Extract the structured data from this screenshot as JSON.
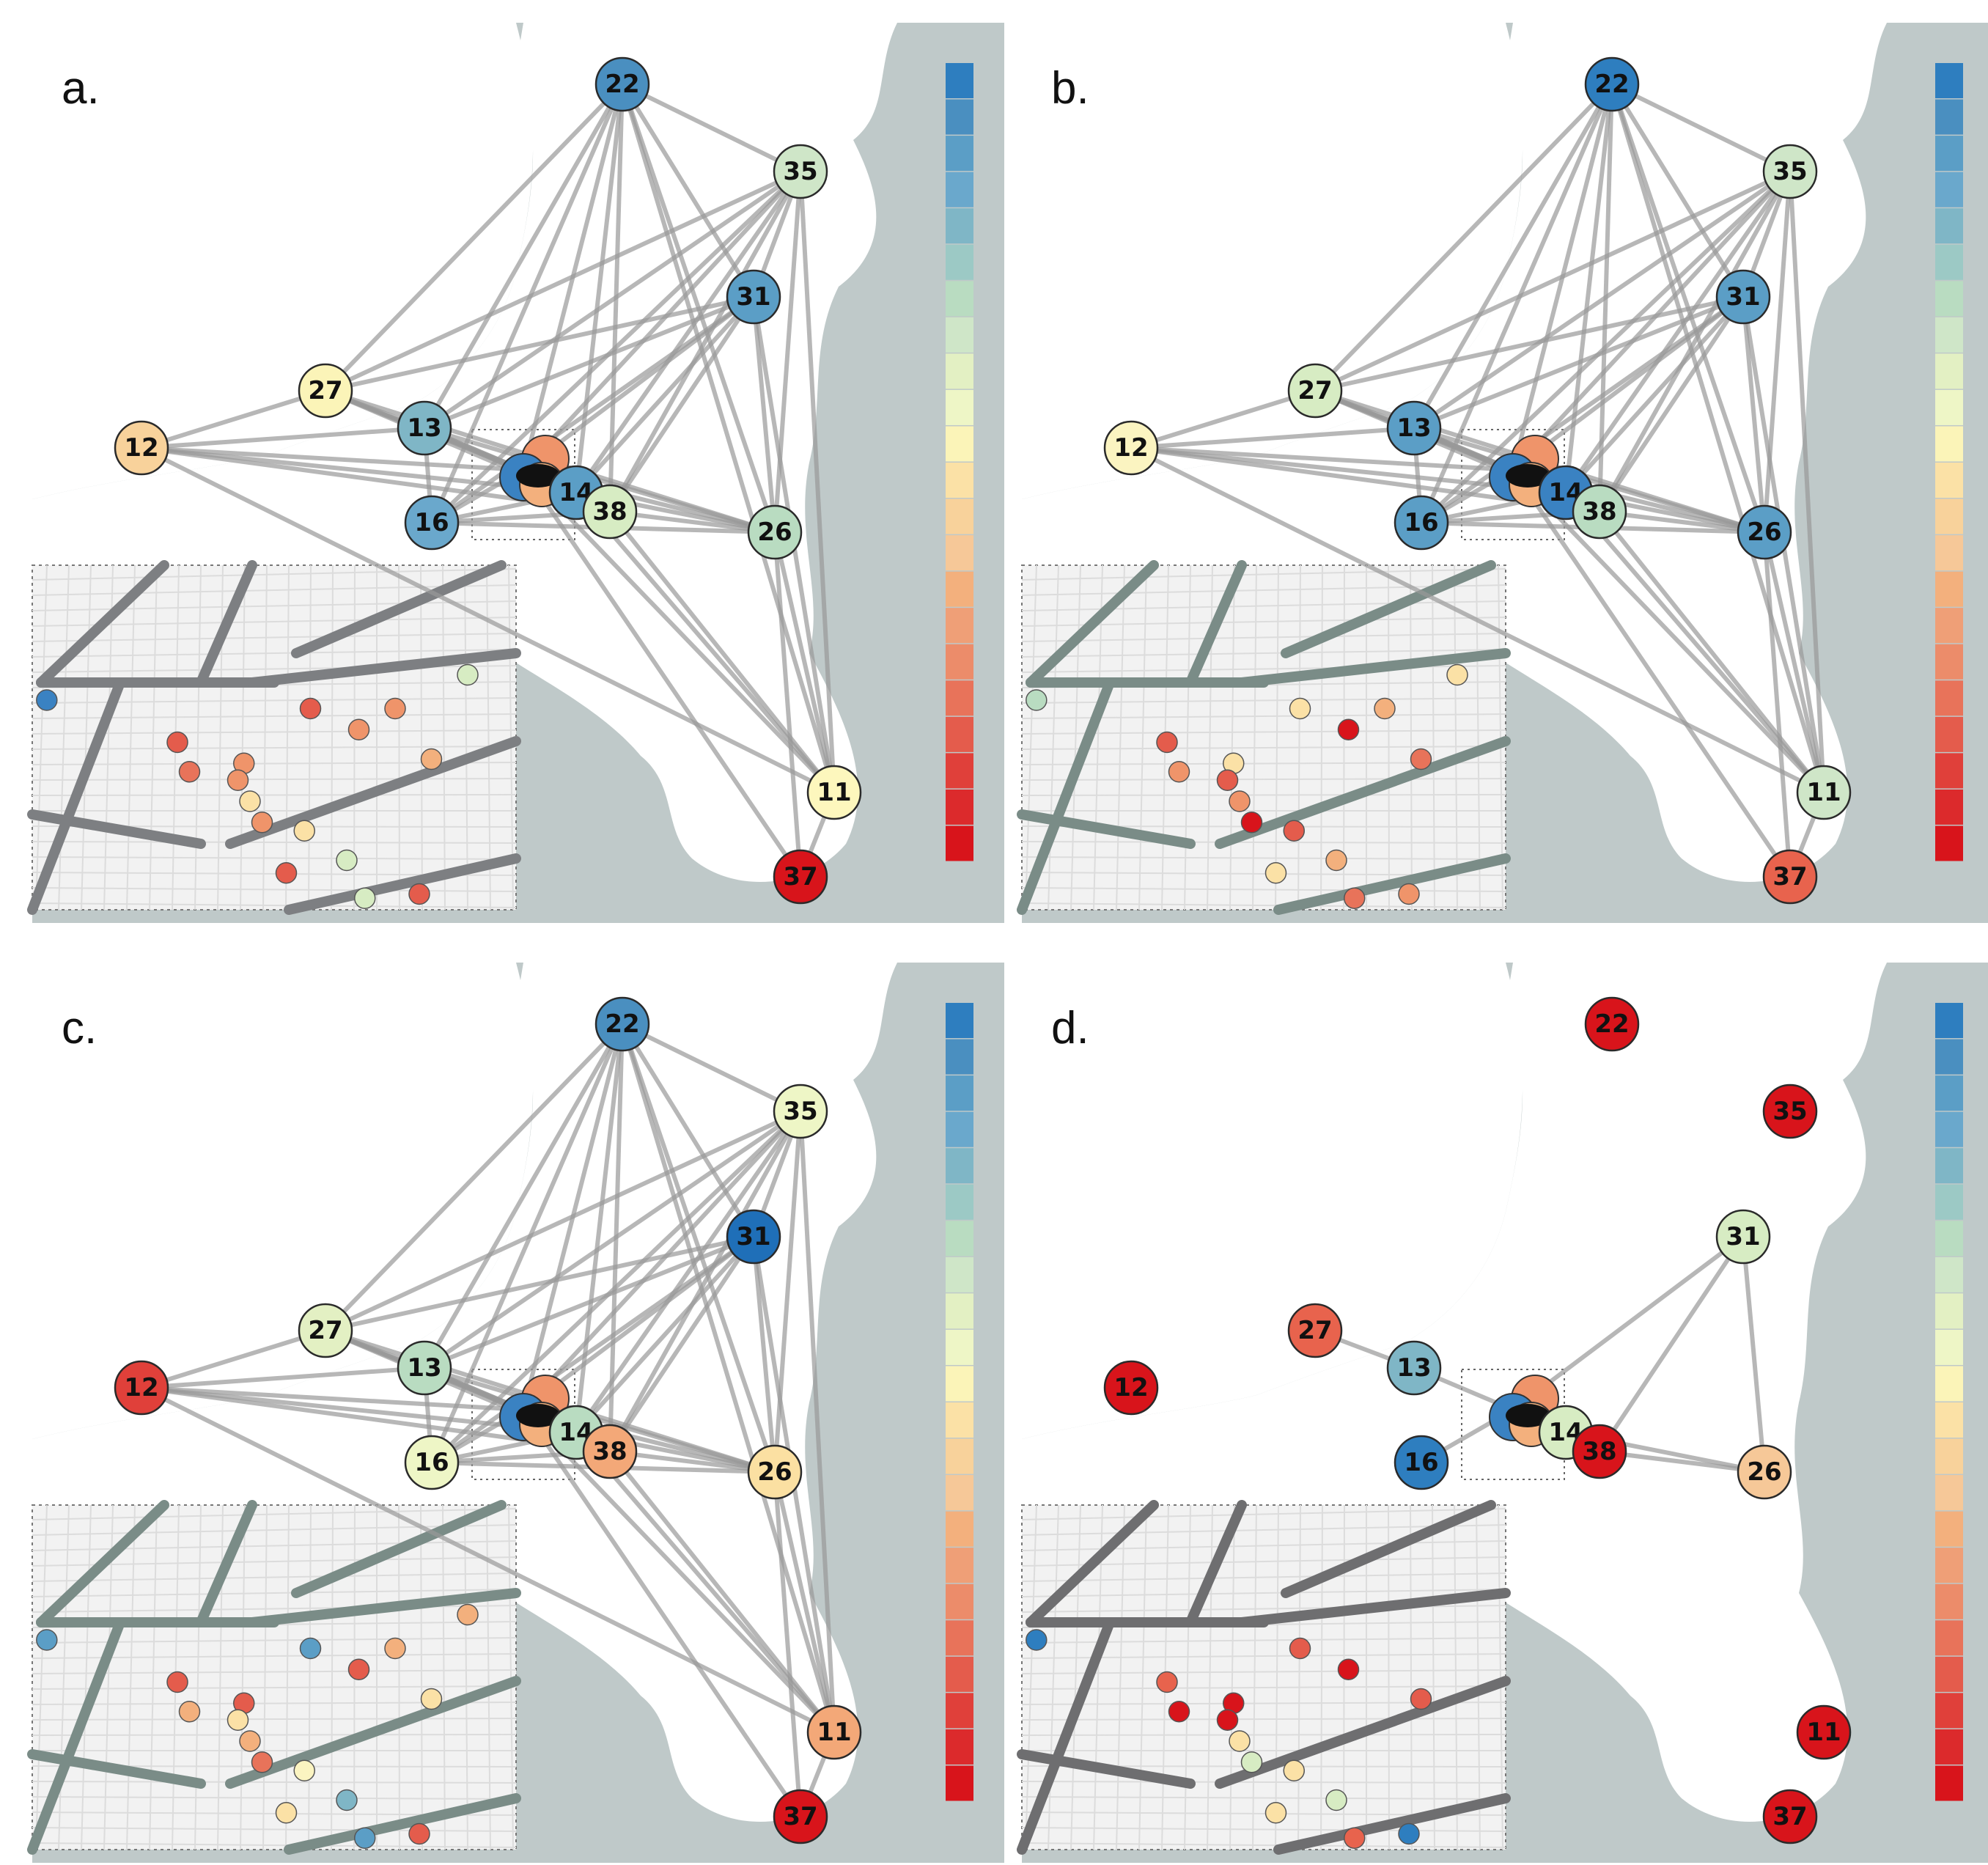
{
  "figure": {
    "panels": [
      {
        "id": "a",
        "label": "a.",
        "nodes": [
          {
            "id": "22",
            "label": "22",
            "color": "#4a8fc0"
          },
          {
            "id": "35",
            "label": "35",
            "color": "#cfe6c8"
          },
          {
            "id": "31",
            "label": "31",
            "color": "#5b9ec6"
          },
          {
            "id": "27",
            "label": "27",
            "color": "#fbf4b8"
          },
          {
            "id": "12",
            "label": "12",
            "color": "#f8d29b"
          },
          {
            "id": "13",
            "label": "13",
            "color": "#7fb6c6"
          },
          {
            "id": "16",
            "label": "16",
            "color": "#6aa8cc"
          },
          {
            "id": "14",
            "label": "14",
            "color": "#5b9ec6"
          },
          {
            "id": "38",
            "label": "38",
            "color": "#d7ecc3"
          },
          {
            "id": "26",
            "label": "26",
            "color": "#b9dcc1"
          },
          {
            "id": "11",
            "label": "11",
            "color": "#fdf7bd"
          },
          {
            "id": "37",
            "label": "37",
            "color": "#d8141b"
          }
        ],
        "inset_points": [
          "#3a82c2",
          "#e45c4c",
          "#e45c4c",
          "#ef946a",
          "#f3b07d",
          "#ef946a",
          "#e8735a",
          "#ef946a",
          "#fbe1a6",
          "#ef946a",
          "#fbe1a6",
          "#d7ecc3",
          "#e45c4c",
          "#d7ecc3",
          "#e45c4c",
          "#ef946a",
          "#d7ecc3"
        ],
        "edge_style": "gray"
      },
      {
        "id": "b",
        "label": "b.",
        "nodes": [
          {
            "id": "22",
            "label": "22",
            "color": "#2e7ebf"
          },
          {
            "id": "35",
            "label": "35",
            "color": "#cfe6c8"
          },
          {
            "id": "31",
            "label": "31",
            "color": "#5b9ec6"
          },
          {
            "id": "27",
            "label": "27",
            "color": "#d7ecc3"
          },
          {
            "id": "12",
            "label": "12",
            "color": "#fbf4c1"
          },
          {
            "id": "13",
            "label": "13",
            "color": "#5b9ec6"
          },
          {
            "id": "16",
            "label": "16",
            "color": "#5b9ec6"
          },
          {
            "id": "14",
            "label": "14",
            "color": "#3a82c2"
          },
          {
            "id": "38",
            "label": "38",
            "color": "#b9dcc1"
          },
          {
            "id": "26",
            "label": "26",
            "color": "#5b9ec6"
          },
          {
            "id": "11",
            "label": "11",
            "color": "#cfe6c8"
          },
          {
            "id": "37",
            "label": "37",
            "color": "#e8634d"
          }
        ],
        "inset_points": [
          "#b9dcc1",
          "#e45c4c",
          "#fbe1a6",
          "#d8141b",
          "#e8735a",
          "#fbe1a6",
          "#ef946a",
          "#e45c4c",
          "#ef946a",
          "#d8141b",
          "#e45c4c",
          "#f3b07d",
          "#fbe1a6",
          "#e8735a",
          "#ef946a",
          "#f3b07d",
          "#fbe1a6"
        ],
        "edge_style": "slate"
      },
      {
        "id": "c",
        "label": "c.",
        "nodes": [
          {
            "id": "22",
            "label": "22",
            "color": "#4a8fc0"
          },
          {
            "id": "35",
            "label": "35",
            "color": "#eef6c6"
          },
          {
            "id": "31",
            "label": "31",
            "color": "#1f6fb8"
          },
          {
            "id": "27",
            "label": "27",
            "color": "#e3f0c3"
          },
          {
            "id": "12",
            "label": "12",
            "color": "#e0403a"
          },
          {
            "id": "13",
            "label": "13",
            "color": "#b9dcc1"
          },
          {
            "id": "16",
            "label": "16",
            "color": "#eef6c6"
          },
          {
            "id": "14",
            "label": "14",
            "color": "#b9dcc1"
          },
          {
            "id": "38",
            "label": "38",
            "color": "#f3a878"
          },
          {
            "id": "26",
            "label": "26",
            "color": "#fbe0a2"
          },
          {
            "id": "11",
            "label": "11",
            "color": "#f3a878"
          },
          {
            "id": "37",
            "label": "37",
            "color": "#d8141b"
          }
        ],
        "inset_points": [
          "#5b9ec6",
          "#e45c4c",
          "#5b9ec6",
          "#e45c4c",
          "#fbe1a6",
          "#e45c4c",
          "#f3b07d",
          "#fbe1a6",
          "#f3b07d",
          "#e8735a",
          "#fbf4c1",
          "#7fb6c6",
          "#fbe1a6",
          "#5b9ec6",
          "#e45c4c",
          "#f3b07d",
          "#f3b07d"
        ],
        "edge_style": "slate"
      },
      {
        "id": "d",
        "label": "d.",
        "nodes": [
          {
            "id": "22",
            "label": "22",
            "color": "#d8141b"
          },
          {
            "id": "35",
            "label": "35",
            "color": "#d8141b"
          },
          {
            "id": "31",
            "label": "31",
            "color": "#d7ecc3"
          },
          {
            "id": "27",
            "label": "27",
            "color": "#e8634d"
          },
          {
            "id": "12",
            "label": "12",
            "color": "#d8141b"
          },
          {
            "id": "13",
            "label": "13",
            "color": "#7fb6c6"
          },
          {
            "id": "16",
            "label": "16",
            "color": "#2e7ebf"
          },
          {
            "id": "14",
            "label": "14",
            "color": "#d7ecc3"
          },
          {
            "id": "38",
            "label": "38",
            "color": "#d8141b"
          },
          {
            "id": "26",
            "label": "26",
            "color": "#f6c898"
          },
          {
            "id": "11",
            "label": "11",
            "color": "#d8141b"
          },
          {
            "id": "37",
            "label": "37",
            "color": "#d8141b"
          }
        ],
        "inset_points": [
          "#2e7ebf",
          "#e8634d",
          "#e45c4c",
          "#d8141b",
          "#e45c4c",
          "#d8141b",
          "#d8141b",
          "#d8141b",
          "#fbe1a6",
          "#d7ecc3",
          "#fbe1a6",
          "#d7ecc3",
          "#fbe1a6",
          "#e8634d",
          "#2e7ebf"
        ],
        "edge_style": "sparse"
      }
    ],
    "colorbar": {
      "colors": [
        "#2e7ebf",
        "#4a8fc0",
        "#5b9ec6",
        "#6aa8cc",
        "#7fb6c6",
        "#9cc9c5",
        "#b9dcc1",
        "#cfe6c8",
        "#e3f0c3",
        "#eef6c6",
        "#fbf4b8",
        "#fbe1a6",
        "#f8d29b",
        "#f6c898",
        "#f3b07d",
        "#ef9f77",
        "#ec8c6a",
        "#e8735a",
        "#e45c4c",
        "#e0403a",
        "#dc2a2c",
        "#d8141b"
      ]
    }
  }
}
